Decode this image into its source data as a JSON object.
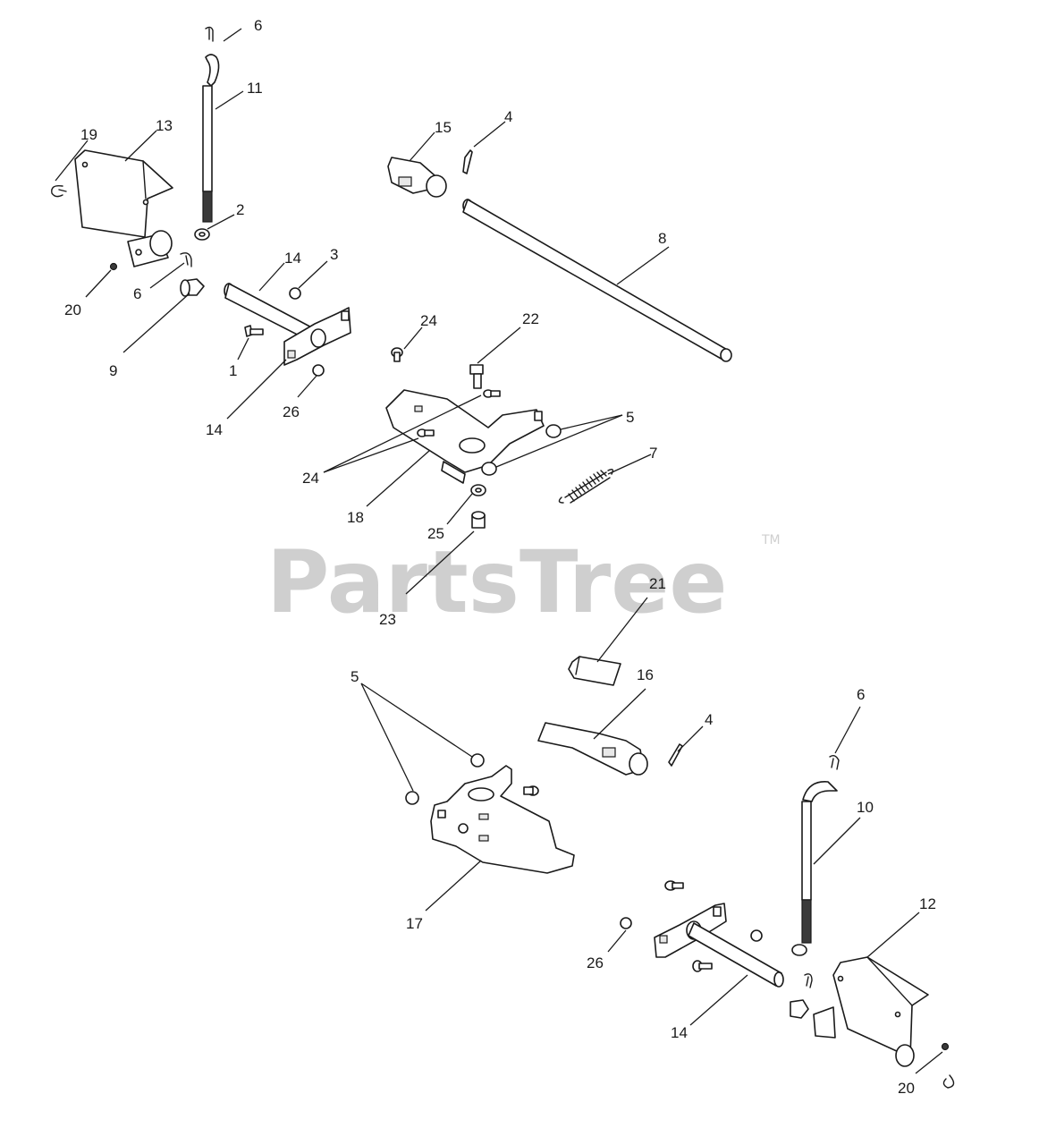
{
  "watermark": {
    "text": "PartsTree",
    "tm": "TM"
  },
  "callouts": [
    {
      "id": "c6a",
      "label": "6"
    },
    {
      "id": "c11",
      "label": "11"
    },
    {
      "id": "c19",
      "label": "19"
    },
    {
      "id": "c13",
      "label": "13"
    },
    {
      "id": "c2",
      "label": "2"
    },
    {
      "id": "c20a",
      "label": "20"
    },
    {
      "id": "c6b",
      "label": "6"
    },
    {
      "id": "c14a",
      "label": "14"
    },
    {
      "id": "c3",
      "label": "3"
    },
    {
      "id": "c9",
      "label": "9"
    },
    {
      "id": "c1",
      "label": "1"
    },
    {
      "id": "c14b",
      "label": "14"
    },
    {
      "id": "c26a",
      "label": "26"
    },
    {
      "id": "c15",
      "label": "15"
    },
    {
      "id": "c4a",
      "label": "4"
    },
    {
      "id": "c8",
      "label": "8"
    },
    {
      "id": "c24a",
      "label": "24"
    },
    {
      "id": "c22",
      "label": "22"
    },
    {
      "id": "c5a",
      "label": "5"
    },
    {
      "id": "c7",
      "label": "7"
    },
    {
      "id": "c24b",
      "label": "24"
    },
    {
      "id": "c18",
      "label": "18"
    },
    {
      "id": "c25",
      "label": "25"
    },
    {
      "id": "c23",
      "label": "23"
    },
    {
      "id": "c21",
      "label": "21"
    },
    {
      "id": "c5b",
      "label": "5"
    },
    {
      "id": "c16",
      "label": "16"
    },
    {
      "id": "c4b",
      "label": "4"
    },
    {
      "id": "c6c",
      "label": "6"
    },
    {
      "id": "c10",
      "label": "10"
    },
    {
      "id": "c17",
      "label": "17"
    },
    {
      "id": "c12",
      "label": "12"
    },
    {
      "id": "c26b",
      "label": "26"
    },
    {
      "id": "c14c",
      "label": "14"
    },
    {
      "id": "c20b",
      "label": "20"
    }
  ]
}
